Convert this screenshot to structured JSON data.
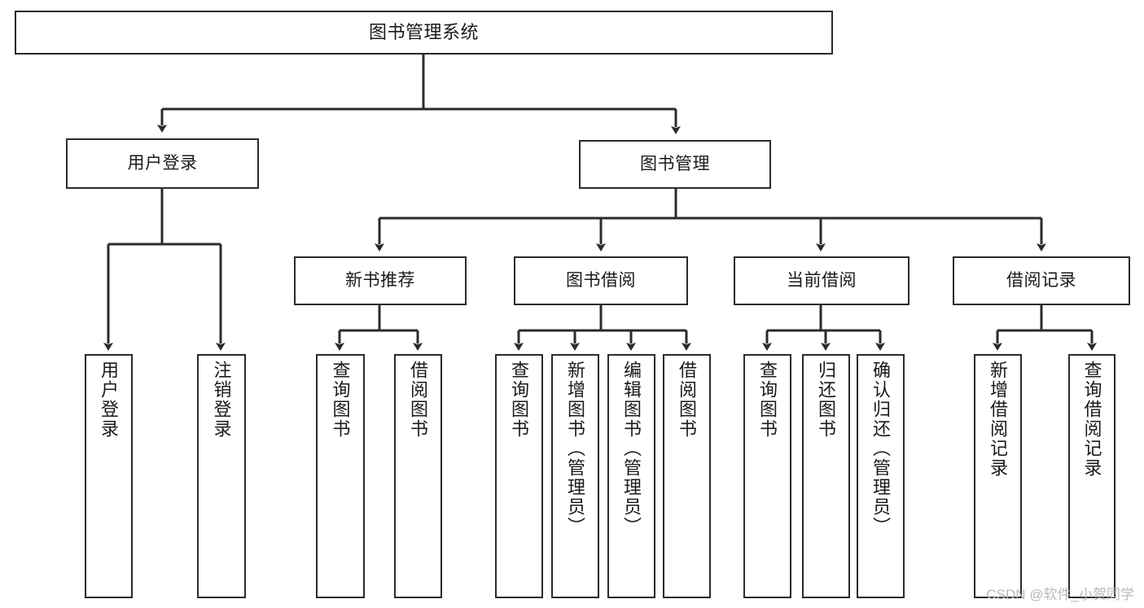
{
  "diagram": {
    "title": "图书管理系统",
    "type": "tree",
    "orientation": "top-down",
    "colors": {
      "box_border": "#2b2b2b",
      "box_fill": "#ffffff",
      "edge": "#2b2b2b",
      "text": "#1a1a1a",
      "watermark": "#b9b9b9",
      "background": "#ffffff"
    },
    "nodes": {
      "root": {
        "label": "图书管理系统",
        "level": 0
      },
      "level1": [
        {
          "id": "user-login",
          "label": "用户登录"
        },
        {
          "id": "book-manage",
          "label": "图书管理"
        }
      ],
      "level2": [
        {
          "id": "new-book-recommend",
          "label": "新书推荐",
          "parent": "book-manage"
        },
        {
          "id": "book-borrow",
          "label": "图书借阅",
          "parent": "book-manage"
        },
        {
          "id": "current-borrow",
          "label": "当前借阅",
          "parent": "book-manage"
        },
        {
          "id": "borrow-record",
          "label": "借阅记录",
          "parent": "book-manage"
        }
      ],
      "leaves": [
        {
          "id": "leaf-user-login",
          "label": "用户登录",
          "parent": "user-login"
        },
        {
          "id": "leaf-logout-login",
          "label": "注销登录",
          "parent": "user-login"
        },
        {
          "id": "leaf-query-book-1",
          "label": "查询图书",
          "parent": "new-book-recommend"
        },
        {
          "id": "leaf-borrow-book-1",
          "label": "借阅图书",
          "parent": "new-book-recommend"
        },
        {
          "id": "leaf-query-book-2",
          "label": "查询图书",
          "parent": "book-borrow"
        },
        {
          "id": "leaf-add-book",
          "label": "新增图书（管理员）",
          "parent": "book-borrow"
        },
        {
          "id": "leaf-edit-book",
          "label": "编辑图书（管理员）",
          "parent": "book-borrow"
        },
        {
          "id": "leaf-borrow-book-2",
          "label": "借阅图书",
          "parent": "book-borrow"
        },
        {
          "id": "leaf-query-book-3",
          "label": "查询图书",
          "parent": "current-borrow"
        },
        {
          "id": "leaf-return-book",
          "label": "归还图书",
          "parent": "current-borrow"
        },
        {
          "id": "leaf-confirm-return",
          "label": "确认归还（管理员）",
          "parent": "current-borrow"
        },
        {
          "id": "leaf-add-record",
          "label": "新增借阅记录",
          "parent": "borrow-record"
        },
        {
          "id": "leaf-query-record",
          "label": "查询借阅记录",
          "parent": "borrow-record"
        }
      ]
    },
    "watermark": "CSDN @软件_小贺同学"
  }
}
